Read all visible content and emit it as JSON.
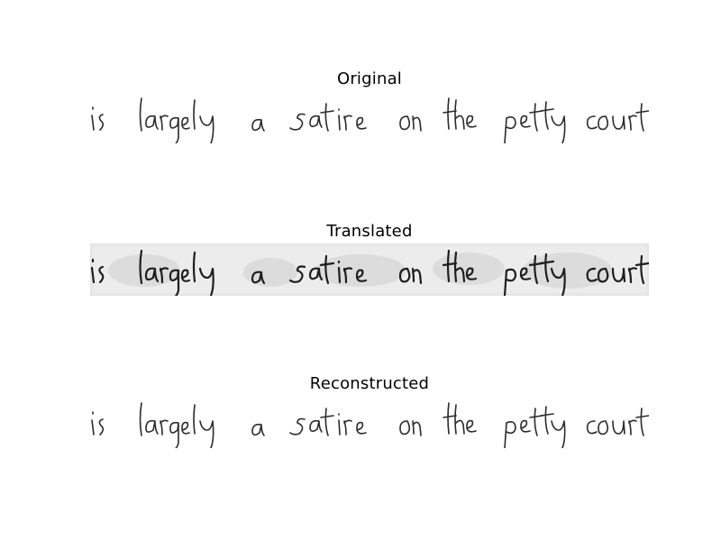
{
  "panels": [
    {
      "title": "Original"
    },
    {
      "title": "Translated"
    },
    {
      "title": "Reconstructed"
    }
  ],
  "handwriting_text": "is largely a satire on the petty court"
}
